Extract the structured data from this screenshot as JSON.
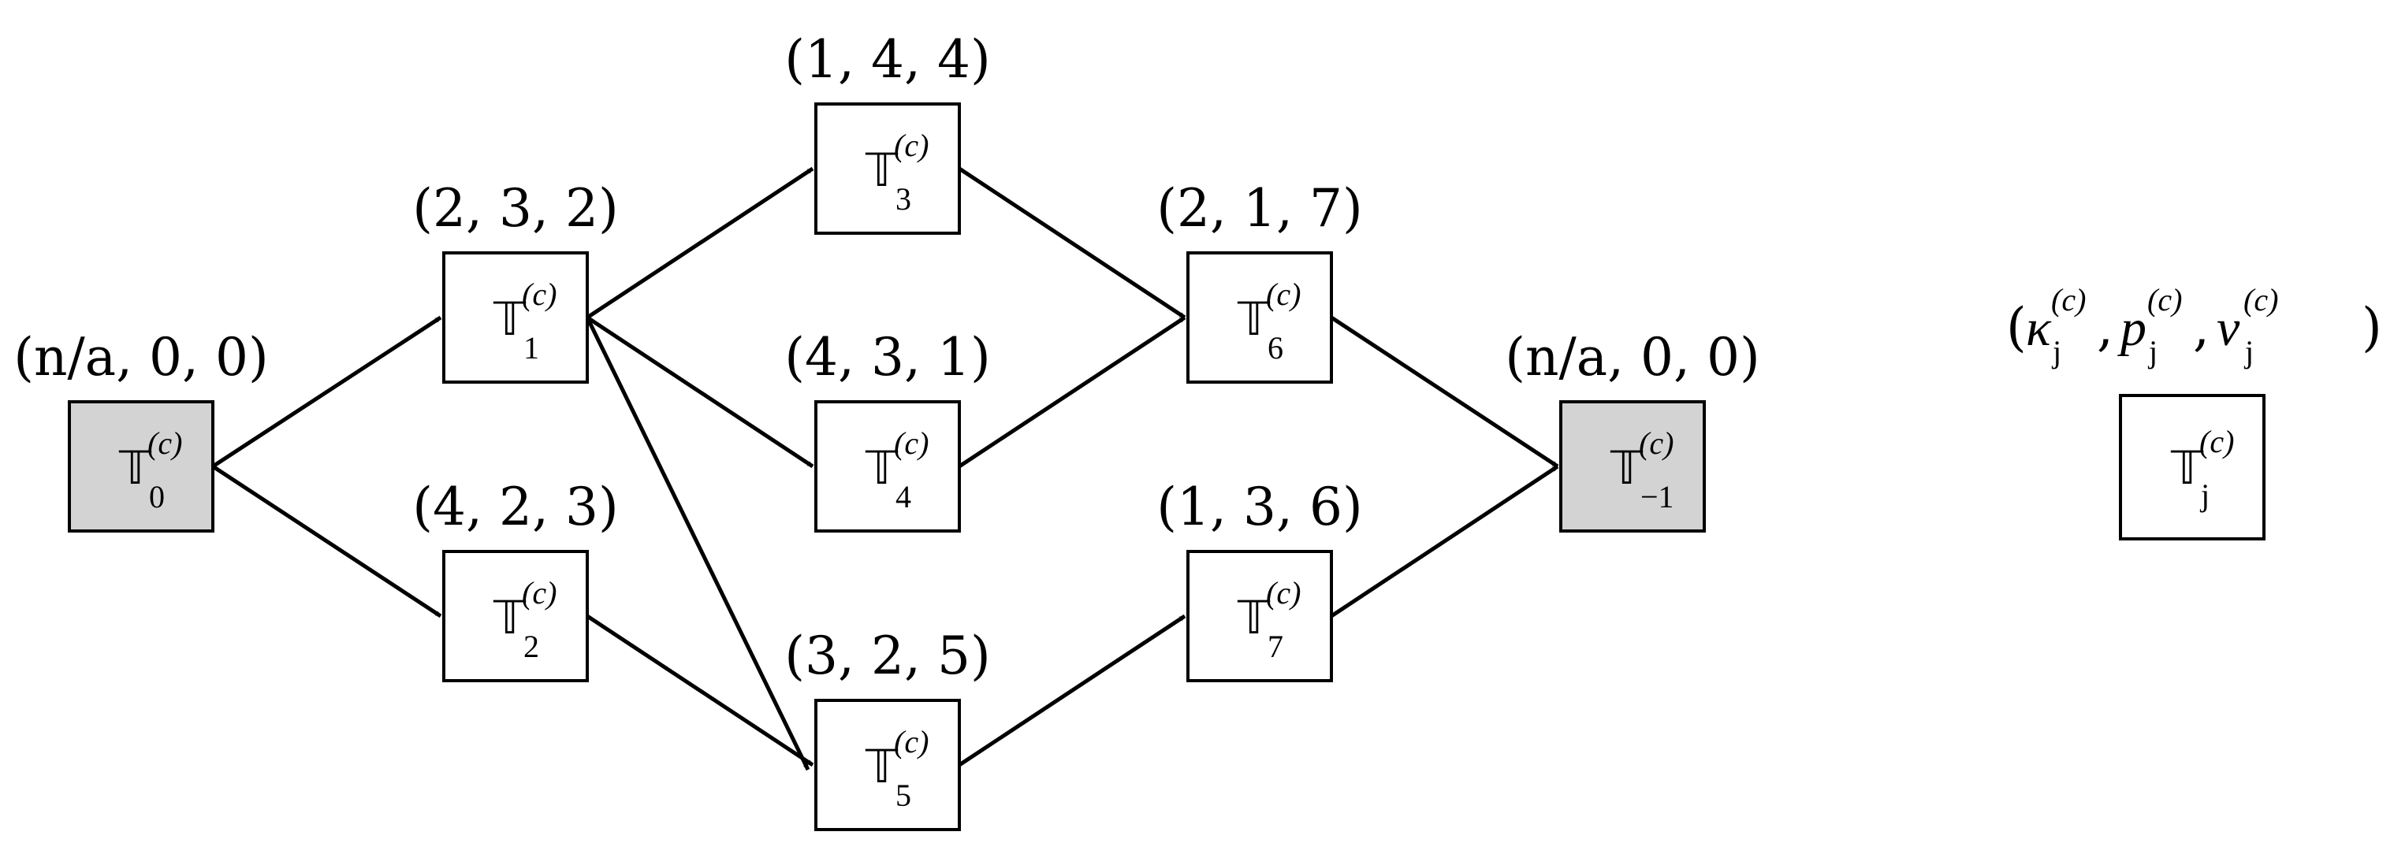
{
  "nodes": [
    {
      "id": "t0",
      "symbol": "𝕋",
      "sup": "(c)",
      "sub": "0",
      "tuple": "(n/a, 0, 0)",
      "fill": "#d3d3d3"
    },
    {
      "id": "t1",
      "symbol": "𝕋",
      "sup": "(c)",
      "sub": "1",
      "tuple": "(2, 3, 2)",
      "fill": "#ffffff"
    },
    {
      "id": "t2",
      "symbol": "𝕋",
      "sup": "(c)",
      "sub": "2",
      "tuple": "(4, 2, 3)",
      "fill": "#ffffff"
    },
    {
      "id": "t3",
      "symbol": "𝕋",
      "sup": "(c)",
      "sub": "3",
      "tuple": "(1, 4, 4)",
      "fill": "#ffffff"
    },
    {
      "id": "t4",
      "symbol": "𝕋",
      "sup": "(c)",
      "sub": "4",
      "tuple": "(4, 3, 1)",
      "fill": "#ffffff"
    },
    {
      "id": "t5",
      "symbol": "𝕋",
      "sup": "(c)",
      "sub": "5",
      "tuple": "(3, 2, 5)",
      "fill": "#ffffff"
    },
    {
      "id": "t6",
      "symbol": "𝕋",
      "sup": "(c)",
      "sub": "6",
      "tuple": "(2, 1, 7)",
      "fill": "#ffffff"
    },
    {
      "id": "t7",
      "symbol": "𝕋",
      "sup": "(c)",
      "sub": "7",
      "tuple": "(1, 3, 6)",
      "fill": "#ffffff"
    },
    {
      "id": "tm1",
      "symbol": "𝕋",
      "sup": "(c)",
      "sub": "−1",
      "tuple": "(n/a, 0, 0)",
      "fill": "#d3d3d3"
    }
  ],
  "edges": [
    {
      "from": "t0",
      "to": "t1"
    },
    {
      "from": "t0",
      "to": "t2"
    },
    {
      "from": "t1",
      "to": "t3"
    },
    {
      "from": "t1",
      "to": "t4"
    },
    {
      "from": "t1",
      "to": "t5"
    },
    {
      "from": "t2",
      "to": "t5"
    },
    {
      "from": "t3",
      "to": "t6"
    },
    {
      "from": "t4",
      "to": "t6"
    },
    {
      "from": "t5",
      "to": "t7"
    },
    {
      "from": "t6",
      "to": "tm1"
    },
    {
      "from": "t7",
      "to": "tm1"
    }
  ],
  "legend": {
    "symbol": "𝕋",
    "sup": "(c)",
    "sub": "j",
    "tuple_open": "(",
    "kappa": "κ",
    "p": "p",
    "v": "v",
    "comma": ",",
    "tuple_close": ")",
    "fill": "#ffffff"
  }
}
